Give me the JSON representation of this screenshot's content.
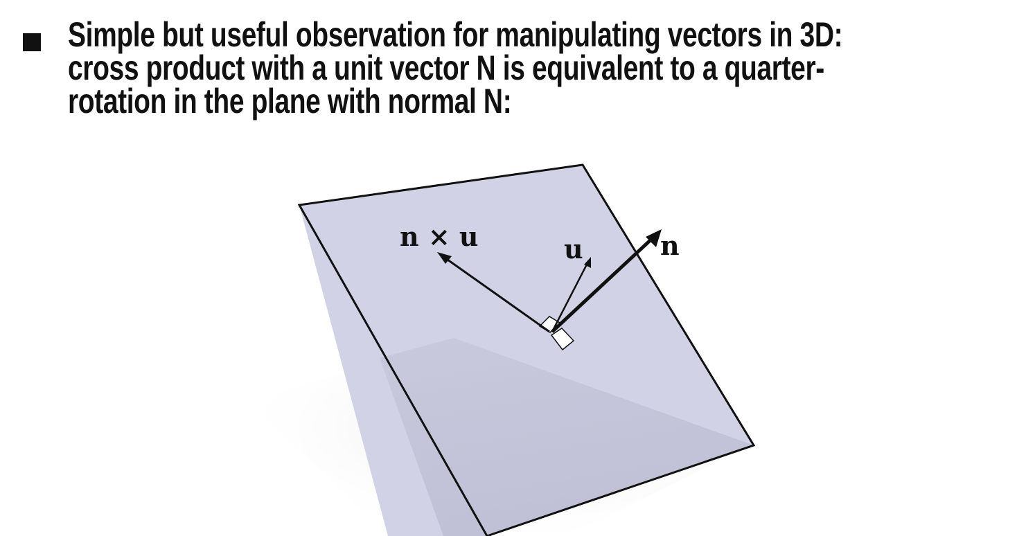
{
  "bullet": {
    "line1": "Simple but useful observation for manipulating vectors in 3D:",
    "line2": "cross product with a unit vector N is equivalent to a quarter-",
    "line3": "rotation in the plane with normal N:"
  },
  "figure": {
    "label_cross": "n × u",
    "label_u": "u",
    "label_n": "n"
  },
  "colors": {
    "plane_fill": "#d2d2e6",
    "plane_shade": "#bfbfd6",
    "stroke": "#111111"
  }
}
